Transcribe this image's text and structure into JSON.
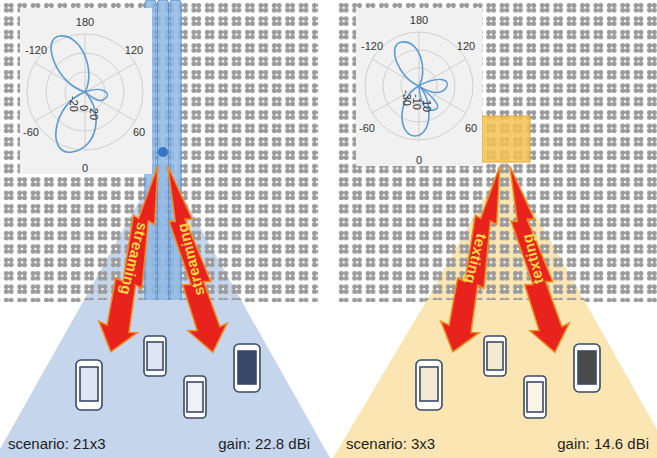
{
  "diagram": {
    "nodes": [
      {
        "text": [
          "streaming"
        ]
      },
      {
        "text": [
          "streaming"
        ]
      },
      {
        "text": [
          "scenario: 21x3",
          "gain: 22.8 dBi"
        ]
      },
      {
        "text": [
          "texting"
        ]
      },
      {
        "text": [
          "texting"
        ]
      },
      {
        "text": [
          "scenario: 3x3",
          "gain: 14.6 dBi"
        ]
      }
    ],
    "labels": [
      "180",
      "-120",
      "120",
      "-60",
      "60",
      "0",
      "-20",
      "0",
      "20",
      "180",
      "-120",
      "120",
      "-60",
      "60",
      "0",
      "-30",
      "-10",
      "10"
    ]
  }
}
